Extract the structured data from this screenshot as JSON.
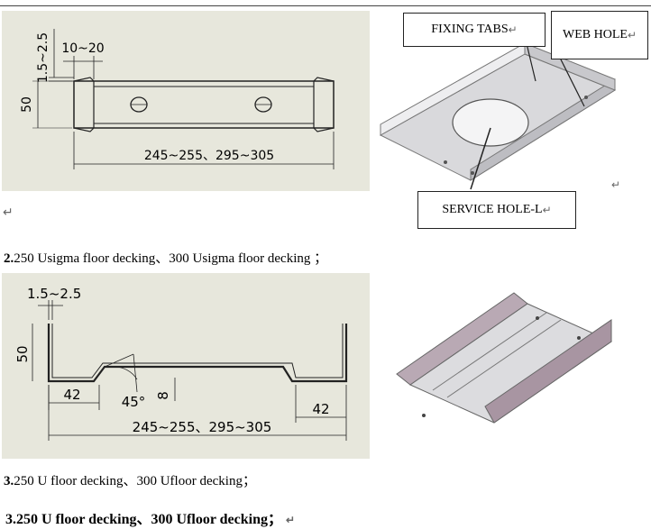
{
  "figure1": {
    "dim_lip": "1.5~2.5",
    "dim_tab": "10~20",
    "dim_height": "50",
    "dim_length": "245~255、295~305"
  },
  "figure1_3d": {
    "callout_fixing": "FIXING TABS",
    "callout_web": "WEB HOLE",
    "callout_service": "SERVICE HOLE-L"
  },
  "caption_1": {
    "num": "2.",
    "text": "250 Usigma floor decking、300 Usigma floor decking ；"
  },
  "figure2": {
    "dim_lip": "1.5~2.5",
    "dim_height": "50",
    "dim_left_flange": "42",
    "dim_angle": "45°",
    "dim_rib": "8",
    "dim_right_flange": "42",
    "dim_length": "245~255、295~305"
  },
  "caption_2": {
    "num": "3.",
    "text": "250 U floor decking、300 Ufloor decking；"
  },
  "caption_3": {
    "text": "3.250 U floor decking、300 Ufloor decking；"
  },
  "marks": {
    "return": "↵"
  }
}
